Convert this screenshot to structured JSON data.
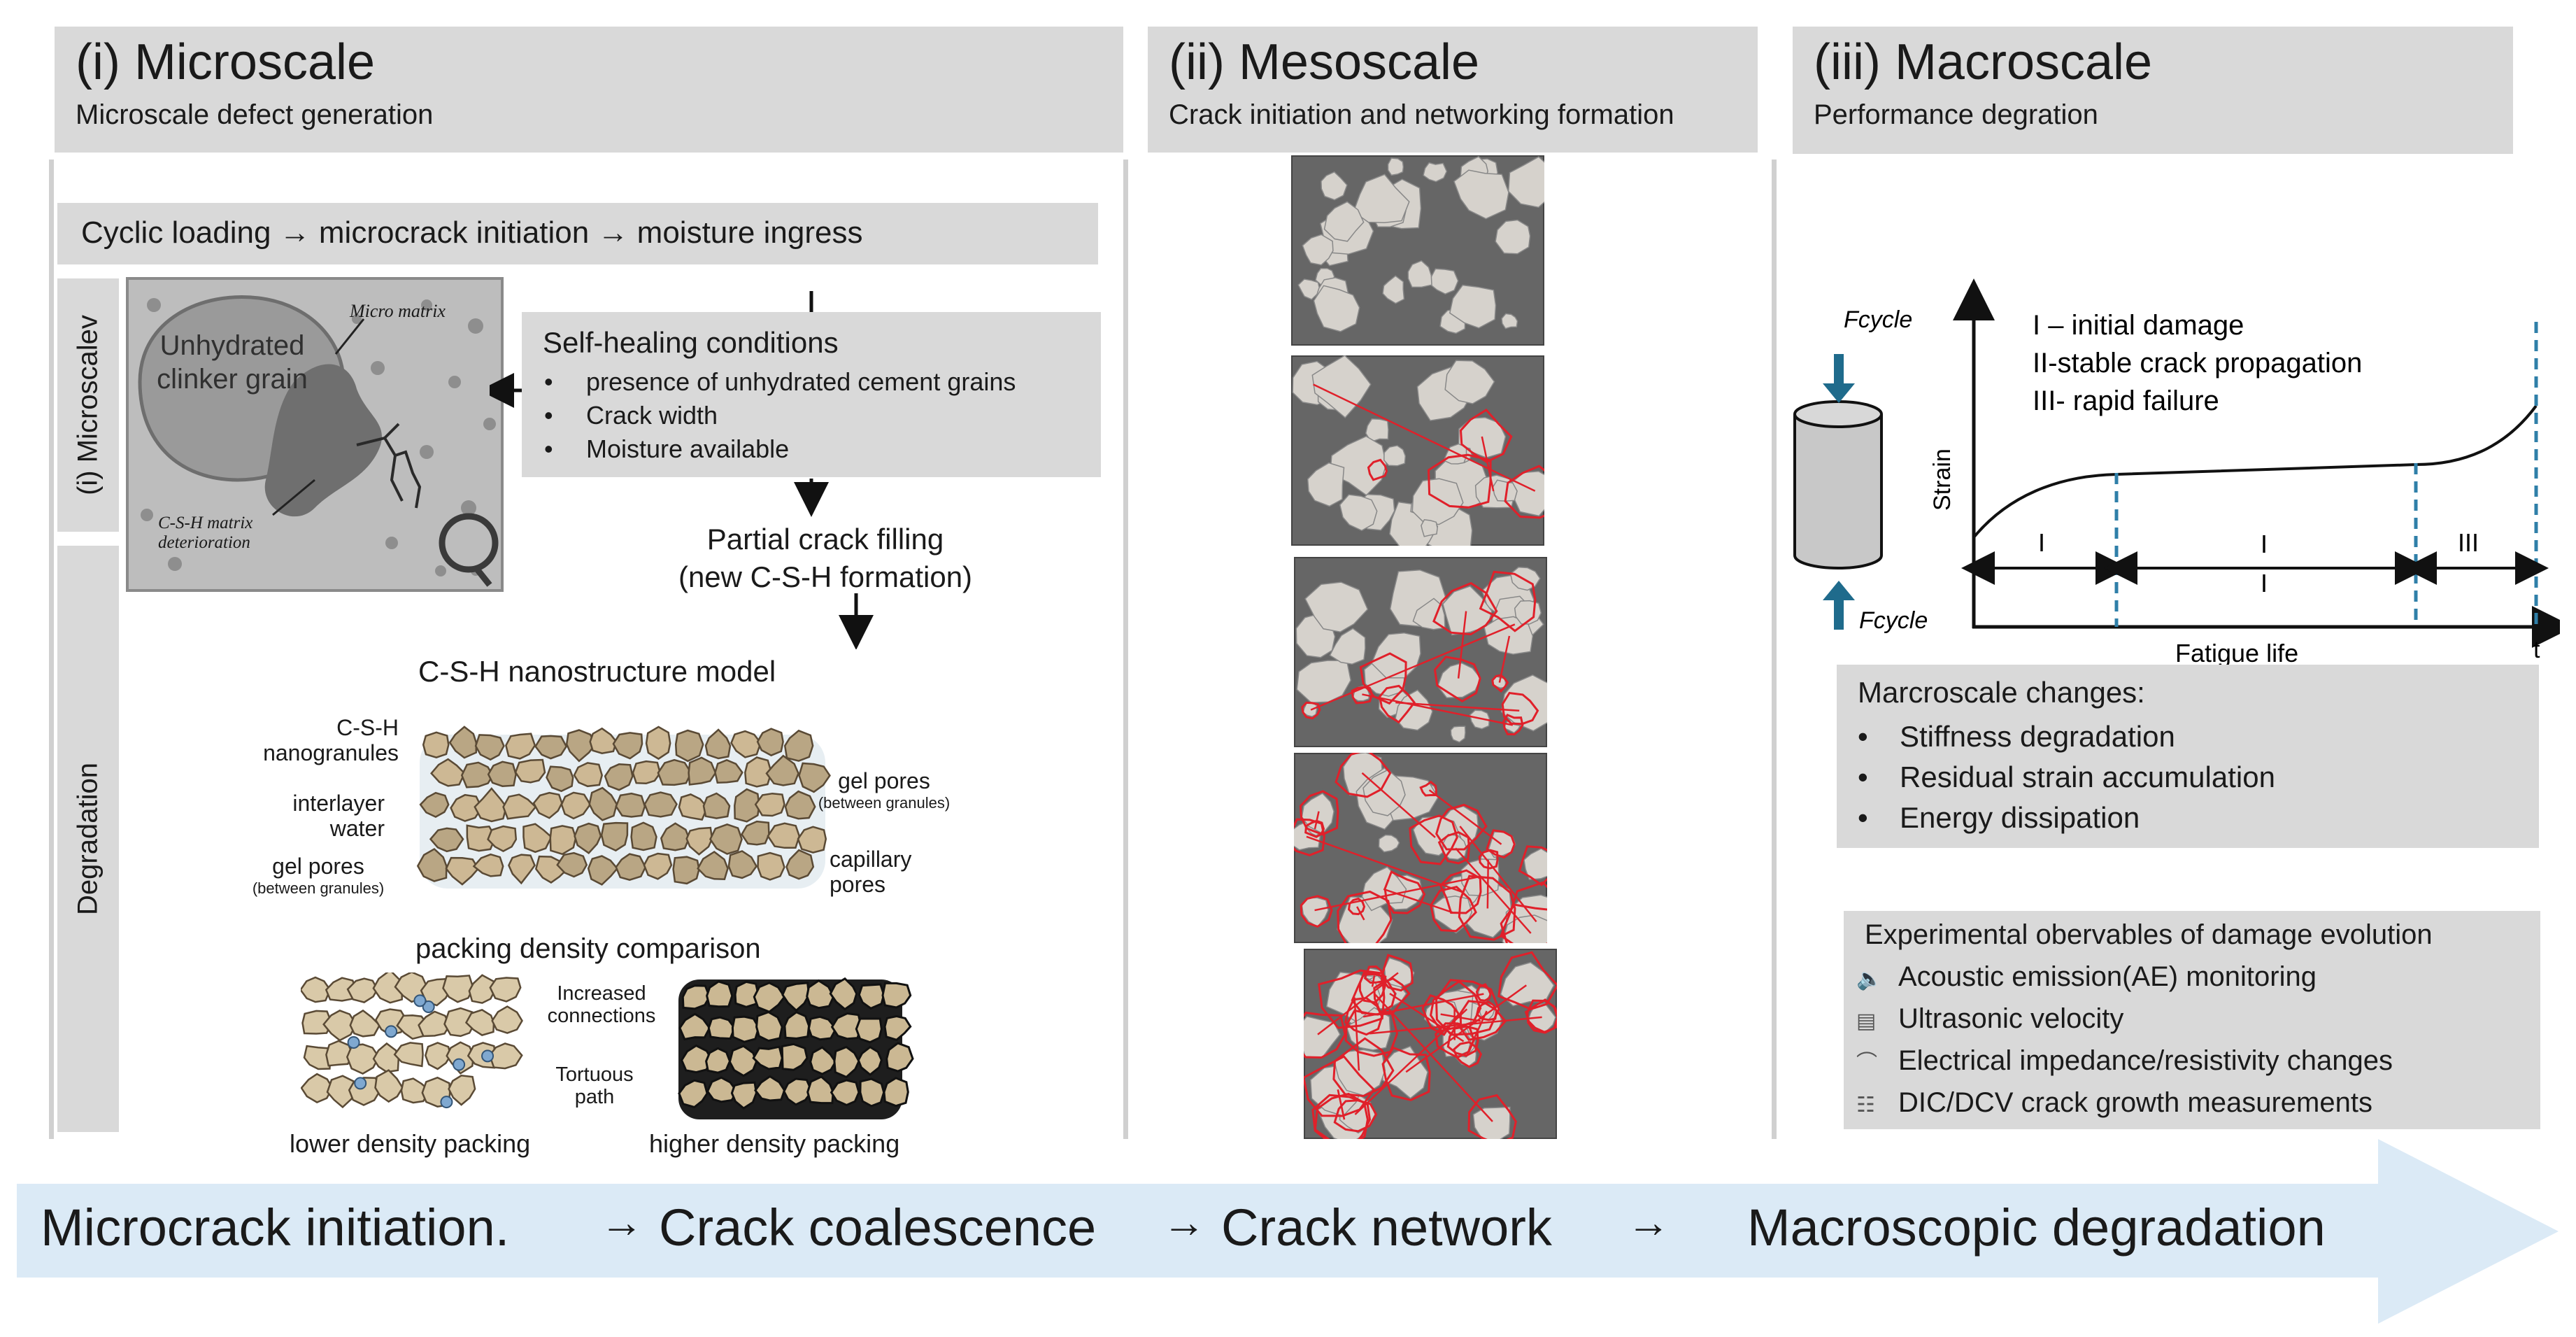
{
  "micro": {
    "title": "(i) Microscale",
    "subtitle": "Microscale defect generation",
    "process_bar": "Cyclic loading → microcrack initiation → moisture ingress",
    "side_label_top": "(i) Microscalev",
    "side_label_bottom": "Degradation",
    "grain_label": "Unhydrated clinker grain",
    "micro_matrix_label": "Micro matrix",
    "csh_matrix_label": "C-S-H matrix deterioration",
    "self_healing_title": "Self-healing conditions",
    "self_healing_items": [
      "presence of unhydrated cement grains",
      "Crack width",
      "Moisture available"
    ],
    "partial_filling_1": "Partial crack filling",
    "partial_filling_2": "(new C-S-H formation)",
    "nano_title": "C-S-H nanostructure model",
    "nano_labels": {
      "csh": "C-S-H",
      "nanogranules": "nanogranules",
      "interlayer": "interlayer",
      "water": "water",
      "gel_pores_left": "gel pores",
      "between_left": "(between granules)",
      "gel_pores_right": "gel pores",
      "between_right": "(between granules)",
      "capillary": "capillary",
      "pores": "pores"
    },
    "packing_title": "packing density comparison",
    "packing_labels": {
      "increased": "Increased",
      "connections": "connections",
      "tortuous": "Tortuous",
      "path": "path",
      "lower": "lower density packing",
      "higher": "higher density packing"
    }
  },
  "meso": {
    "title": "(ii) Mesoscale",
    "subtitle": "Crack initiation and networking formation"
  },
  "macro": {
    "title": "(iii) Macroscale",
    "subtitle": "Performance degration",
    "fcycle_top": "Fcycle",
    "fcycle_bottom": "Fcycle",
    "legend": [
      "I – initial damage",
      "II-stable crack propagation",
      "III- rapid failure"
    ],
    "y_label": "Strain",
    "x_label": "Fatigue life",
    "t_label": "t",
    "stage_labels": [
      "I",
      "I",
      "I",
      "III"
    ],
    "changes_title": "Marcroscale changes:",
    "changes_items": [
      "Stiffness degradation",
      "Residual strain accumulation",
      "Energy dissipation"
    ],
    "obs_title": "Experimental obervables of damage evolution",
    "obs_items": [
      "Acoustic emission(AE) monitoring",
      "Ultrasonic velocity",
      "Electrical impedance/resistivity changes",
      "DIC/DCV crack growth measurements"
    ]
  },
  "timeline": {
    "step1": "Microcrack initiation.",
    "arrow": "→",
    "step2": "Crack coalescence",
    "step3": "Crack network",
    "step4": "Macroscopic degradation"
  },
  "colors": {
    "panel_gray": "#d9d9d9",
    "arrow_blue": "#dbeaf6",
    "crack_red": "#e0202a",
    "matrix_gray": "#666666",
    "aggregate": "#d6d2cc",
    "dash_blue": "#2f7fa8",
    "force_arrow": "#1f6b8c",
    "grain_tan": "#cdb894"
  },
  "chart_data": {
    "type": "line",
    "title": "",
    "xlabel": "Fatigue life",
    "ylabel": "Strain",
    "series": [
      {
        "name": "",
        "values": []
      }
    ]
  }
}
